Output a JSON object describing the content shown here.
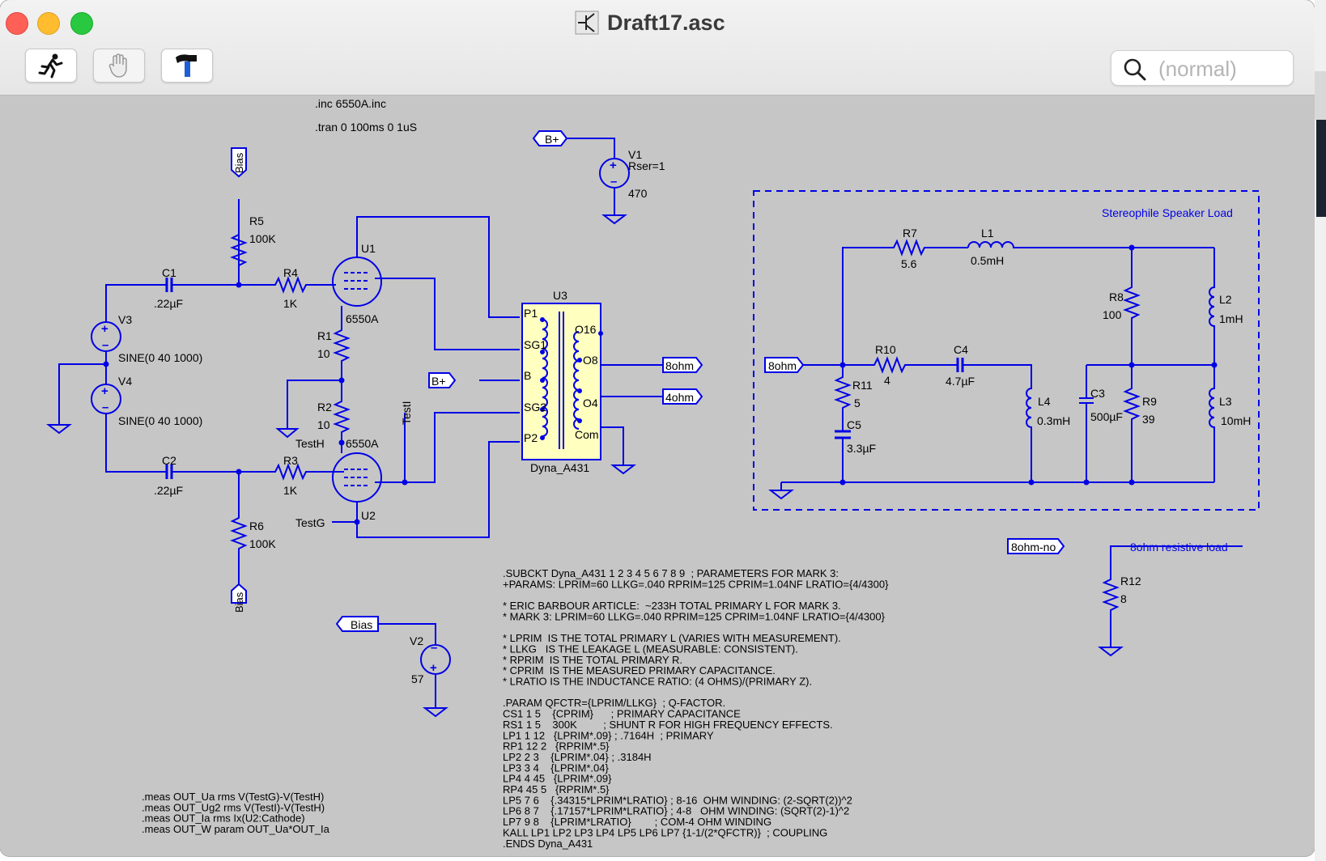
{
  "window": {
    "title": "Draft17.asc"
  },
  "toolbar": {
    "run": {
      "icon": "running-man-icon"
    },
    "pan": {
      "icon": "hand-icon"
    },
    "hammer": {
      "icon": "hammer-icon"
    },
    "search_placeholder": "(normal)"
  },
  "colors": {
    "wire": "#0000e6",
    "canvas_bg": "#c6c6c6",
    "text": "#000000",
    "transformer_fill": "#ffffc0"
  },
  "directives": {
    "inc": ".inc 6550A.inc",
    "tran": ".tran 0 100ms 0 1uS"
  },
  "components": {
    "V1": {
      "name": "V1",
      "rser": "Rser=1",
      "value": "470"
    },
    "V2": {
      "name": "V2",
      "value": "57"
    },
    "V3": {
      "name": "V3",
      "value": "SINE(0 40 1000)"
    },
    "V4": {
      "name": "V4",
      "value": "SINE(0 40 1000)"
    },
    "R1": {
      "name": "R1",
      "value": "10"
    },
    "R2": {
      "name": "R2",
      "value": "10"
    },
    "R3": {
      "name": "R3",
      "value": "1K"
    },
    "R4": {
      "name": "R4",
      "value": "1K"
    },
    "R5": {
      "name": "R5",
      "value": "100K"
    },
    "R6": {
      "name": "R6",
      "value": "100K"
    },
    "C1": {
      "name": "C1",
      "value": ".22µF"
    },
    "C2": {
      "name": "C2",
      "value": ".22µF"
    },
    "U1": {
      "name": "U1",
      "value": "6550A"
    },
    "U2": {
      "name": "U2",
      "value": "6550A"
    },
    "U3": {
      "name": "U3",
      "value": "Dyna_A431",
      "pins": [
        "P1",
        "SG1",
        "B",
        "SG2",
        "P2",
        "O16",
        "O8",
        "O4",
        "Com"
      ]
    },
    "R7": {
      "name": "R7",
      "value": "5.6"
    },
    "L1": {
      "name": "L1",
      "value": "0.5mH"
    },
    "R8": {
      "name": "R8",
      "value": "100"
    },
    "L2": {
      "name": "L2",
      "value": "1mH"
    },
    "R10": {
      "name": "R10",
      "value": "4"
    },
    "C4": {
      "name": "C4",
      "value": "4.7µF"
    },
    "R11": {
      "name": "R11",
      "value": "5"
    },
    "C5": {
      "name": "C5",
      "value": "3.3µF"
    },
    "L4": {
      "name": "L4",
      "value": "0.3mH"
    },
    "C3": {
      "name": "C3",
      "value": "500µF"
    },
    "R9": {
      "name": "R9",
      "value": "39"
    },
    "L3": {
      "name": "L3",
      "value": "10mH"
    },
    "R12": {
      "name": "R12",
      "value": "8"
    }
  },
  "net_labels": {
    "bias_top": "Bias",
    "bias_bottom": "Bias",
    "bias_v2": "Bias",
    "bplus_v1": "B+",
    "bplus_xfmr": "B+",
    "out8": "8ohm",
    "out4": "4ohm",
    "load_in": "8ohm",
    "load_r": "8ohm-no",
    "testi": "TestI",
    "testh": "TestH",
    "testg": "TestG"
  },
  "boxes": {
    "speaker_load": "Stereophile Speaker Load",
    "resistive_load": "8ohm resistive load"
  },
  "spice_lines": [
    ".SUBCKT Dyna_A431 1 2 3 4 5 6 7 8 9  ; PARAMETERS FOR MARK 3:",
    "+PARAMS: LPRIM=60 LLKG=.040 RPRIM=125 CPRIM=1.04NF LRATIO={4/4300}",
    "",
    "* ERIC BARBOUR ARTICLE:  ~233H TOTAL PRIMARY L FOR MARK 3.",
    "* MARK 3: LPRIM=60 LLKG=.040 RPRIM=125 CPRIM=1.04NF LRATIO={4/4300}",
    "",
    "* LPRIM  IS THE TOTAL PRIMARY L (VARIES WITH MEASUREMENT).",
    "* LLKG   IS THE LEAKAGE L (MEASURABLE: CONSISTENT).",
    "* RPRIM  IS THE TOTAL PRIMARY R.",
    "* CPRIM  IS THE MEASURED PRIMARY CAPACITANCE.",
    "* LRATIO IS THE INDUCTANCE RATIO: (4 OHMS)/(PRIMARY Z).",
    "",
    ".PARAM QFCTR={LPRIM/LLKG}  ; Q-FACTOR.",
    "CS1 1 5    {CPRIM}      ; PRIMARY CAPACITANCE",
    "RS1 1 5    300K         ; SHUNT R FOR HIGH FREQUENCY EFFECTS.",
    "LP1 1 12   {LPRIM*.09} ; .7164H  ; PRIMARY",
    "RP1 12 2   {RPRIM*.5}",
    "LP2 2 3    {LPRIM*.04} ; .3184H",
    "LP3 3 4    {LPRIM*.04}",
    "LP4 4 45   {LPRIM*.09}",
    "RP4 45 5   {RPRIM*.5}",
    "LP5 7 6    {.34315*LPRIM*LRATIO} ; 8-16  OHM WINDING: (2-SQRT(2))^2",
    "LP6 8 7    {.17157*LPRIM*LRATIO} ; 4-8   OHM WINDING: (SQRT(2)-1)^2",
    "LP7 9 8    {LPRIM*LRATIO}        ; COM-4 OHM WINDING",
    "KALL LP1 LP2 LP3 LP4 LP5 LP6 LP7 {1-1/(2*QFCTR)}  ; COUPLING",
    ".ENDS Dyna_A431"
  ],
  "meas_lines": [
    ".meas OUT_Ua rms V(TestG)-V(TestH)",
    ".meas OUT_Ug2 rms V(TestI)-V(TestH)",
    ".meas OUT_Ia rms Ix(U2:Cathode)",
    ".meas OUT_W param OUT_Ua*OUT_Ia"
  ]
}
